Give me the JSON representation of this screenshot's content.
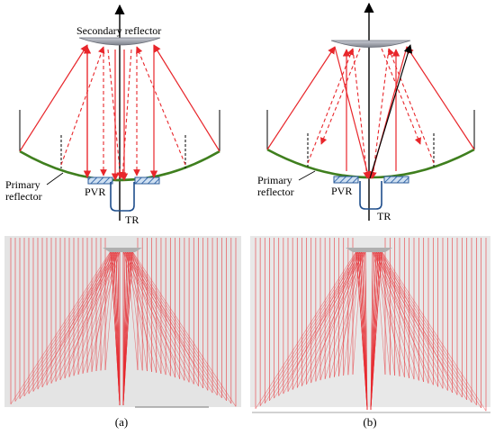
{
  "panel_a": {
    "secondary_label": "Secondary reflector",
    "primary_label_line1": "Primary",
    "primary_label_line2": "reflector",
    "pvr_label": "PVR",
    "tr_label": "TR",
    "caption": "(a)"
  },
  "panel_b": {
    "primary_label_line1": "Primary",
    "primary_label_line2": "reflector",
    "pvr_label": "PVR",
    "tr_label": "TR",
    "caption": "(b)"
  },
  "colors": {
    "ray": "#e8262b",
    "primary_reflector": "#3f7f1e",
    "secondary_reflector": "#8b8f99",
    "pvr_fill": "#6f98c9",
    "tr_outline": "#1f4e8c",
    "raytrace_bg": "#e4e4e4"
  }
}
